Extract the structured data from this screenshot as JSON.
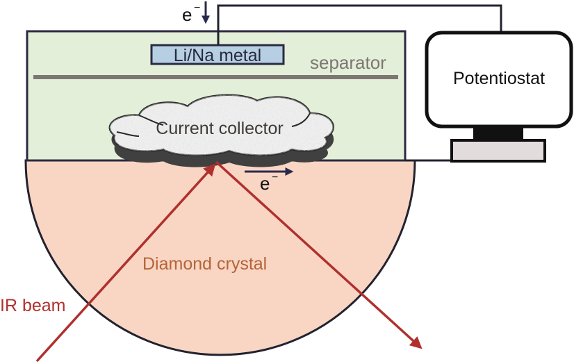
{
  "diagram": {
    "title": "In situ ATR-FTIR electrochemical cell schematic",
    "labels": {
      "electron_top": "e",
      "electron_top_sup": "−",
      "metal": "Li/Na metal",
      "separator": "separator",
      "current_collector": "Current collector",
      "potentiostat": "Potentiostat",
      "electron_bottom": "e",
      "electron_bottom_sup": "−",
      "crystal": "Diamond crystal",
      "ir_beam": "IR beam"
    },
    "colors": {
      "electrolyte": "#e3efd8",
      "metal": "#b7cfe3",
      "separator": "#7d7773",
      "crystal": "#f8d6c3",
      "beam": "#b0302e",
      "crystal_text": "#b5643a",
      "separator_text": "#7d7773",
      "electron_arrow": "#2a2a4e",
      "outline": "#222230",
      "stand": "#e2dcdc"
    }
  }
}
